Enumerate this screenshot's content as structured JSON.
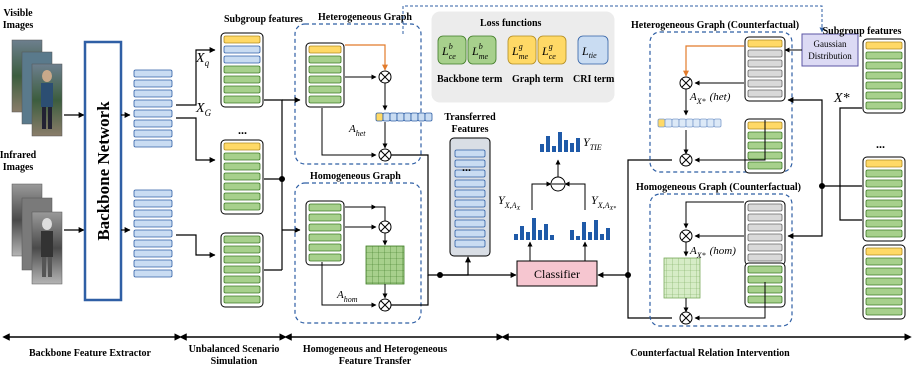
{
  "inputs": {
    "visible_label_1": "Visible",
    "visible_label_2": "Images",
    "infrared_label_1": "Infrared",
    "infrared_label_2": "Images"
  },
  "backbone": {
    "label": "Backbone Network"
  },
  "subgroup": {
    "title": "Subgroup features",
    "xq": "X",
    "xq_sub": "q",
    "xg": "X",
    "xg_sub": "G",
    "dots": "..."
  },
  "hetero_graph": {
    "title": "Heterogeneous Graph",
    "adj": "A",
    "adj_sub": "het"
  },
  "homo_graph": {
    "title": "Homogeneous Graph",
    "adj": "A",
    "adj_sub": "hom"
  },
  "loss": {
    "title": "Loss functions",
    "backbone_term": "Backbone term",
    "graph_term": "Graph term",
    "cri_term": "CRI term",
    "l_ce_b_main": "L",
    "l_ce_b_sup": "b",
    "l_ce_b_sub": "ce",
    "l_me_b_sup": "b",
    "l_me_b_sub": "me",
    "l_me_g_sup": "g",
    "l_me_g_sub": "me",
    "l_ce_g_sup": "g",
    "l_ce_g_sub": "ce",
    "l_tie_sub": "tie"
  },
  "transferred": {
    "label_1": "Transferred",
    "label_2": "Features",
    "dots": "..."
  },
  "outputs": {
    "y_tie": "Y",
    "y_tie_sub": "TIE",
    "y_xa": "Y",
    "y_xa_sub": "X,A",
    "y_xa_subsub": "X",
    "y_xastar_sub": "X,A",
    "y_xastar_subsub": "X*",
    "classifier": "Classifier"
  },
  "cf_hetero": {
    "title": "Heterogeneous Graph (Counterfactual)",
    "adj": "A",
    "adj_sub": "X*",
    "adj_tag": "(het)"
  },
  "cf_homo": {
    "title": "Homogeneous Graph (Counterfactual)",
    "adj": "A",
    "adj_sub": "X*",
    "adj_tag": "(hom)"
  },
  "gaussian": {
    "line1": "Gaussian",
    "line2": "Distribution"
  },
  "right_sub": {
    "title": "Subgroup features",
    "xstar": "X*",
    "dots": "..."
  },
  "stages": {
    "s1": "Backbone Feature Extractor",
    "s2_1": "Unbalanced Scenario",
    "s2_2": "Simulation",
    "s3_1": "Homogeneous and Heterogeneous",
    "s3_2": "Feature Transfer",
    "s4": "Counterfactual Relation Intervention"
  },
  "colors": {
    "blue_fill": "#c9dcf2",
    "blue_stroke": "#2f5fa5",
    "green_fill": "#a7d08c",
    "green_stroke": "#3d7a24",
    "yellow_fill": "#ffd966",
    "orange": "#e27b2b",
    "pink": "#f6c6d0",
    "loss_bg": "#ececec",
    "grey_fill": "#d9d9d9"
  }
}
